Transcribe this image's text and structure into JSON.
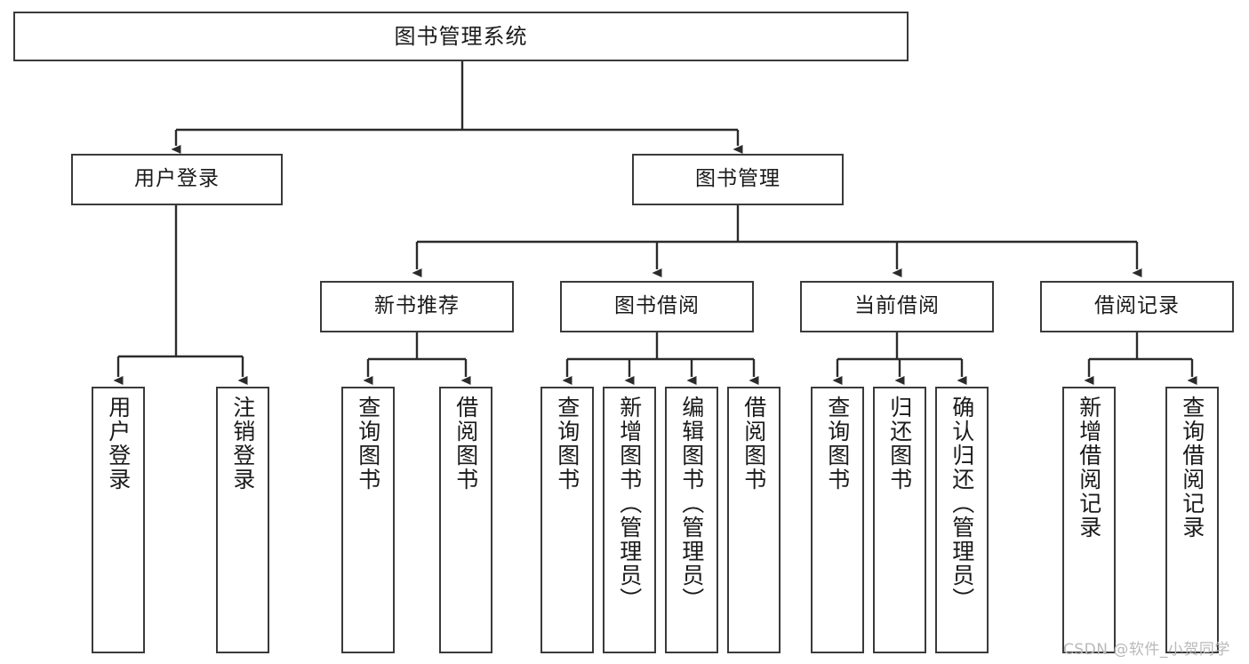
{
  "diagram": {
    "title": "图书管理系统",
    "type": "tree-hierarchy-chart",
    "orientation": "top-down",
    "box_fill": "#ffffff",
    "box_stroke": "#3a3a3a",
    "connector_color": "#2b2b2b",
    "text_color": "#1a1a1a"
  },
  "root": {
    "label": "图书管理系统"
  },
  "level2": [
    {
      "label": "用户登录"
    },
    {
      "label": "图书管理"
    }
  ],
  "level3": [
    {
      "label": "新书推荐"
    },
    {
      "label": "图书借阅"
    },
    {
      "label": "当前借阅"
    },
    {
      "label": "借阅记录"
    }
  ],
  "leaves": {
    "user_login": [
      {
        "label": "用户登录"
      },
      {
        "label": "注销登录"
      }
    ],
    "new_book_recommend": [
      {
        "label": "查询图书"
      },
      {
        "label": "借阅图书"
      }
    ],
    "book_borrow": [
      {
        "label": "查询图书"
      },
      {
        "label": "新增图书（管理员）"
      },
      {
        "label": "编辑图书（管理员）"
      },
      {
        "label": "借阅图书"
      }
    ],
    "current_borrow": [
      {
        "label": "查询图书"
      },
      {
        "label": "归还图书"
      },
      {
        "label": "确认归还（管理员）"
      }
    ],
    "borrow_record": [
      {
        "label": "新增借阅记录"
      },
      {
        "label": "查询借阅记录"
      }
    ]
  },
  "watermark": {
    "text": "CSDN @软件_小贺同学"
  }
}
